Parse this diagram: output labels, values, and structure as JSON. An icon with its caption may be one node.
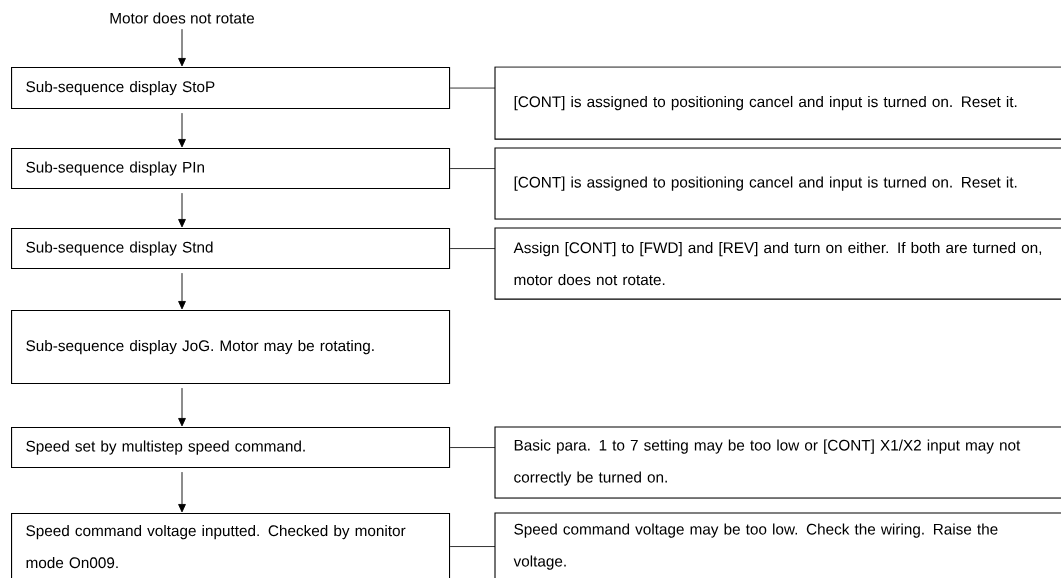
{
  "diagram": {
    "nodes": [
      {
        "text": [
          "Motor does not rotate"
        ]
      },
      {
        "text": [
          "Sub-sequence display StoP"
        ]
      },
      {
        "text": [
          "[CONT] is assigned to positioning cancel and input is turned on. Reset it."
        ]
      },
      {
        "text": [
          "Sub-sequence display PIn"
        ]
      },
      {
        "text": [
          "[CONT] is assigned to positioning cancel and input is turned on. Reset it."
        ]
      },
      {
        "text": [
          "Sub-sequence display Stnd"
        ]
      },
      {
        "text": [
          "Assign [CONT] to [FWD] and [REV] and turn on either. If both are turned on, motor does not rotate."
        ]
      },
      {
        "text": [
          "Sub-sequence display JoG. Motor may be rotating."
        ]
      },
      {
        "text": [
          "Speed set by multistep speed command."
        ]
      },
      {
        "text": [
          "Basic para. 1 to 7 setting may be too low or [CONT] X1/X2 input may not correctly be turned on."
        ]
      },
      {
        "text": [
          "Speed command voltage inputted. Checked by monitor mode On009."
        ]
      },
      {
        "text": [
          "Speed command voltage may be too low. Check the wiring. Raise the voltage."
        ]
      }
    ],
    "edges": [
      {
        "from": 0,
        "to": 1,
        "arrow": "to"
      },
      {
        "from": 1,
        "to": 3,
        "arrow": "to"
      },
      {
        "from": 3,
        "to": 5,
        "arrow": "to"
      },
      {
        "from": 5,
        "to": 7,
        "arrow": "to"
      },
      {
        "from": 7,
        "to": 8,
        "arrow": "to"
      },
      {
        "from": 8,
        "to": 10,
        "arrow": "to"
      },
      {
        "from": 1,
        "to": 2,
        "arrow": "none"
      },
      {
        "from": 3,
        "to": 4,
        "arrow": "none"
      },
      {
        "from": 5,
        "to": 6,
        "arrow": "none"
      },
      {
        "from": 8,
        "to": 9,
        "arrow": "none"
      },
      {
        "from": 10,
        "to": 11,
        "arrow": "none"
      }
    ]
  }
}
